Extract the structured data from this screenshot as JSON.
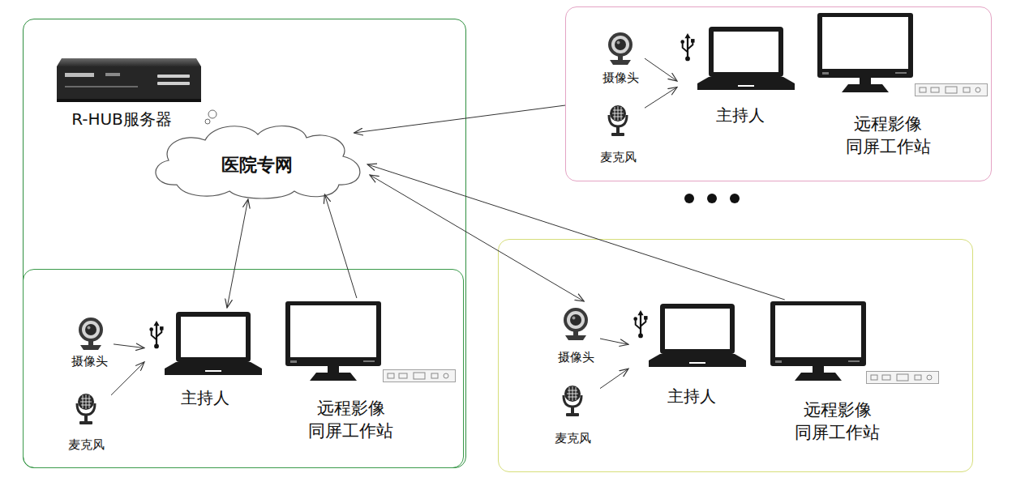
{
  "diagram": {
    "nodes": [
      {
        "text": []
      },
      {
        "text": [
          "R-HUB服务器"
        ],
        "in": 0
      },
      {
        "text": [
          "医院专网"
        ],
        "in": 0
      },
      {
        "text": [],
        "in": 0
      },
      {
        "text": [
          "摄像头"
        ],
        "in": 3
      },
      {
        "text": [
          "麦克风"
        ],
        "in": 3
      },
      {
        "text": [
          "主持人"
        ],
        "in": 3
      },
      {
        "text": [
          "远程影像 同屏工作站"
        ],
        "in": 3
      },
      {
        "text": []
      },
      {
        "text": [
          "摄像头"
        ],
        "in": 8
      },
      {
        "text": [
          "麦克风"
        ],
        "in": 8
      },
      {
        "text": [
          "主持人"
        ],
        "in": 8
      },
      {
        "text": [
          "远程影像 同屏工作站"
        ],
        "in": 8
      },
      {
        "text": []
      },
      {
        "text": [
          "摄像头"
        ],
        "in": 13
      },
      {
        "text": [
          "麦克风"
        ],
        "in": 13
      },
      {
        "text": [
          "主持人"
        ],
        "in": 13
      },
      {
        "text": [
          "远程影像 同屏工作站"
        ],
        "in": 13
      }
    ],
    "edges": [
      {
        "from": 8,
        "to": 2,
        "arrow": "to"
      },
      {
        "from": 9,
        "to": 11,
        "arrow": "to"
      },
      {
        "from": 10,
        "to": 11,
        "arrow": "to"
      },
      {
        "from": 6,
        "to": 2,
        "arrow": "both"
      },
      {
        "from": 7,
        "to": 2,
        "arrow": "to"
      },
      {
        "from": 4,
        "to": 6,
        "arrow": "to"
      },
      {
        "from": 5,
        "to": 6,
        "arrow": "to"
      },
      {
        "from": 2,
        "to": 14,
        "arrow": "both"
      },
      {
        "from": 17,
        "to": 2,
        "arrow": "to"
      },
      {
        "from": 14,
        "to": 16,
        "arrow": "to"
      },
      {
        "from": 15,
        "to": 16,
        "arrow": "to"
      }
    ]
  }
}
